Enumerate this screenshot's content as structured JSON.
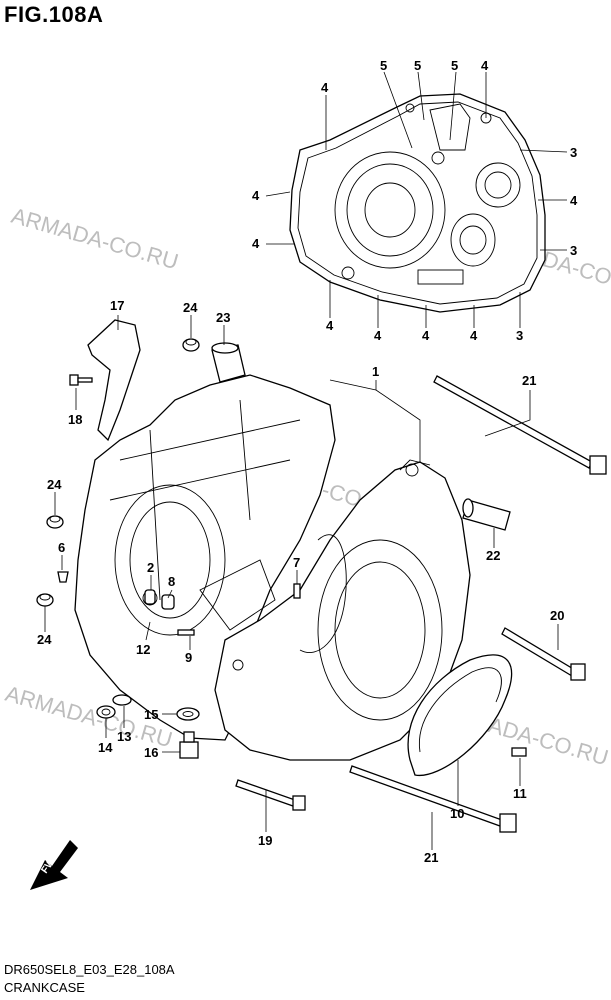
{
  "figure": {
    "title": "FIG.108A",
    "code": "DR650SEL8_E03_E28_108A",
    "name": "CRANKCASE"
  },
  "watermark": "ARMADA-CO.RU",
  "fwd_label": "FWD",
  "callouts": [
    {
      "id": "c-4a",
      "label": "4"
    },
    {
      "id": "c-5a",
      "label": "5"
    },
    {
      "id": "c-5b",
      "label": "5"
    },
    {
      "id": "c-5c",
      "label": "5"
    },
    {
      "id": "c-4b",
      "label": "4"
    },
    {
      "id": "c-3a",
      "label": "3"
    },
    {
      "id": "c-4c",
      "label": "4"
    },
    {
      "id": "c-4d",
      "label": "4"
    },
    {
      "id": "c-4e",
      "label": "4"
    },
    {
      "id": "c-3b",
      "label": "3"
    },
    {
      "id": "c-4f",
      "label": "4"
    },
    {
      "id": "c-4g",
      "label": "4"
    },
    {
      "id": "c-4h",
      "label": "4"
    },
    {
      "id": "c-4i",
      "label": "4"
    },
    {
      "id": "c-3c",
      "label": "3"
    },
    {
      "id": "c-17",
      "label": "17"
    },
    {
      "id": "c-24a",
      "label": "24"
    },
    {
      "id": "c-23",
      "label": "23"
    },
    {
      "id": "c-1",
      "label": "1"
    },
    {
      "id": "c-21a",
      "label": "21"
    },
    {
      "id": "c-18",
      "label": "18"
    },
    {
      "id": "c-24b",
      "label": "24"
    },
    {
      "id": "c-6",
      "label": "6"
    },
    {
      "id": "c-2",
      "label": "2"
    },
    {
      "id": "c-8",
      "label": "8"
    },
    {
      "id": "c-7",
      "label": "7"
    },
    {
      "id": "c-22",
      "label": "22"
    },
    {
      "id": "c-24c",
      "label": "24"
    },
    {
      "id": "c-9",
      "label": "9"
    },
    {
      "id": "c-12",
      "label": "12"
    },
    {
      "id": "c-20",
      "label": "20"
    },
    {
      "id": "c-15",
      "label": "15"
    },
    {
      "id": "c-13",
      "label": "13"
    },
    {
      "id": "c-14",
      "label": "14"
    },
    {
      "id": "c-16",
      "label": "16"
    },
    {
      "id": "c-11",
      "label": "11"
    },
    {
      "id": "c-10",
      "label": "10"
    },
    {
      "id": "c-19",
      "label": "19"
    },
    {
      "id": "c-21b",
      "label": "21"
    }
  ]
}
